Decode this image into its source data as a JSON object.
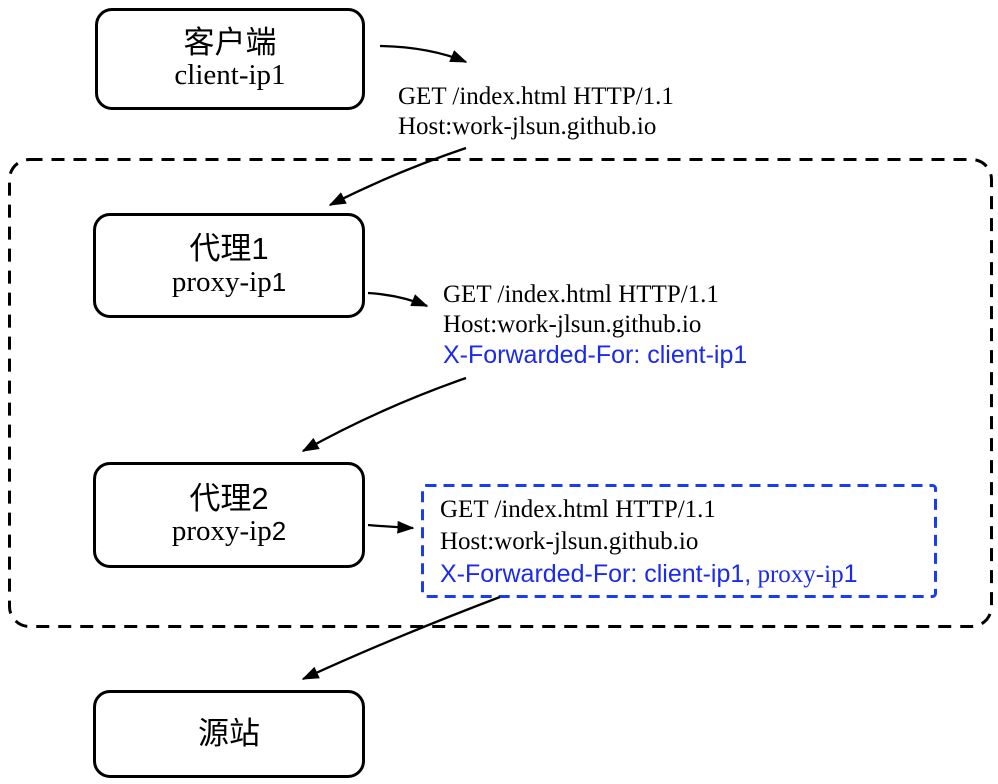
{
  "colors": {
    "text_blue": "#1a2af0",
    "dashed_border_blue": "#1a3cf0",
    "line_black": "#000000"
  },
  "nodes": {
    "client": {
      "title": "客户端",
      "subtitle": "client-ip1"
    },
    "proxy1": {
      "title": "代理1",
      "subtitle_text": "proxy-ip",
      "subtitle_digit": "1"
    },
    "proxy2": {
      "title": "代理2",
      "subtitle_text": "proxy-ip",
      "subtitle_digit": "2"
    },
    "origin": {
      "title": "源站"
    }
  },
  "requests": {
    "client_to_proxy1": {
      "request_line": "GET /index.html HTTP/1.1",
      "host_line": "Host:work-jlsun.github.io"
    },
    "proxy1_to_proxy2": {
      "request_line": "GET /index.html HTTP/1.1",
      "host_line": "Host:work-jlsun.github.io",
      "xff_line": "X-Forwarded-For: client-ip1"
    },
    "proxy2_to_origin": {
      "request_line": "GET /index.html HTTP/1.1",
      "host_line": "Host:work-jlsun.github.io",
      "xff_sans_part": "X-Forwarded-For: client-ip1,",
      "xff_serif_part": " proxy-ip",
      "xff_digit": "1"
    }
  }
}
